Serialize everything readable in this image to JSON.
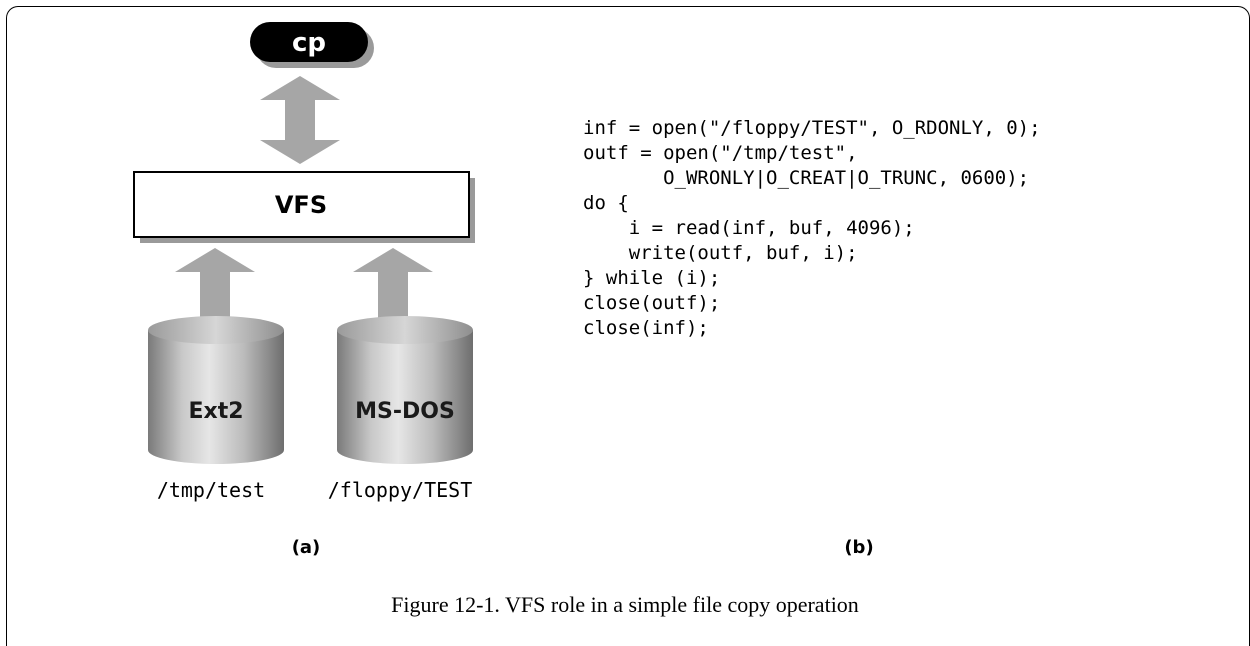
{
  "diagram": {
    "command": "cp",
    "vfs_label": "VFS",
    "filesystems": [
      {
        "name": "Ext2",
        "path": "/tmp/test"
      },
      {
        "name": "MS-DOS",
        "path": "/floppy/TEST"
      }
    ],
    "panel_a_label": "(a)",
    "panel_b_label": "(b)"
  },
  "code_lines": [
    "inf = open(\"/floppy/TEST\", O_RDONLY, 0);",
    "outf = open(\"/tmp/test\",",
    "       O_WRONLY|O_CREAT|O_TRUNC, 0600);",
    "do {",
    "    i = read(inf, buf, 4096);",
    "    write(outf, buf, i);",
    "} while (i);",
    "close(outf);",
    "close(inf);"
  ],
  "caption": "Figure 12-1. VFS role in a simple file copy operation",
  "colors": {
    "arrow": "#a6a6a6",
    "pill": "#000000",
    "shadow": "#9a9a9a"
  }
}
